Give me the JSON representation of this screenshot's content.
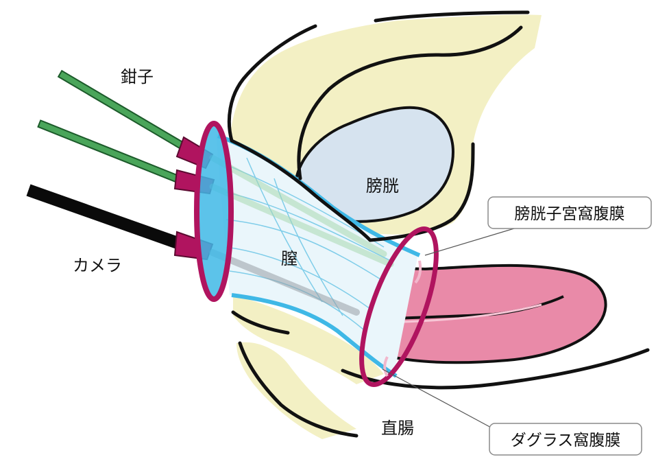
{
  "labels": {
    "forceps": "鉗子",
    "camera": "カメラ",
    "vagina": "膣",
    "bladder": "膀胱",
    "rectum": "直腸"
  },
  "callouts": {
    "vesicouterine": "膀胱子宮窩腹膜",
    "douglas": "ダグラス窩腹膜"
  },
  "colors": {
    "tissue": "#f3f0c4",
    "bladder": "#d6e3ef",
    "uterus": "#e98aa8",
    "vagina_blue": "#3fb8e6",
    "ring_magenta": "#b0145f",
    "instrument_green": "#4aa55a",
    "camera_black": "#0a0a0a"
  }
}
